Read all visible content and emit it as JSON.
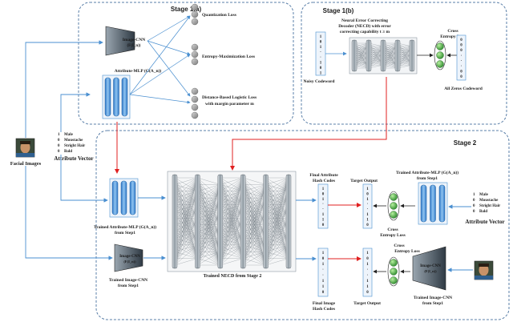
{
  "stages": {
    "stage1a": "Stage 1(a)",
    "stage1b": "Stage 1(b)",
    "stage2": "Stage 2"
  },
  "inputs": {
    "facial_images": "Facial Images",
    "attribute_vector": "Attribute Vector"
  },
  "attributes": [
    {
      "bit": "1",
      "name": "Male",
      "color": "#e02020"
    },
    {
      "bit": "0",
      "name": "Moustache",
      "color": "#1e9ad6"
    },
    {
      "bit": "0",
      "name": "Stright Hair",
      "color": "#1a1a1a"
    },
    {
      "bit": "0",
      "name": "Bald",
      "color": "#5aa02c"
    }
  ],
  "stage1a": {
    "cnn_label": "Image-CNN",
    "cnn_formula": "(F(I_n))",
    "mlp_label": "Attribute-MLP (G(A_n))",
    "loss_quantization": "Quantization Loss",
    "loss_entropy": "Entropy-Maximization Loss",
    "loss_distance_1": "Distance-Based Logistic Loss",
    "loss_distance_2": "with margin parameter m"
  },
  "stage1b": {
    "necd_1": "Neural Error Correcting",
    "necd_2": "Decoder (NECD) with error",
    "necd_3": "correcting capability t ≥ m",
    "cross_entropy_1": "Cross",
    "cross_entropy_2": "Entropy Loss",
    "noisy_codeword": "Noisy Codeword",
    "all_zeros_codeword": "All Zeros Codeword",
    "noisy_bits": [
      "1",
      "0",
      "1",
      "·",
      "·",
      "1",
      "0",
      "1"
    ],
    "zero_bits": [
      "0",
      "0",
      "0",
      "·",
      "·",
      "·",
      "0",
      "0"
    ]
  },
  "stage2": {
    "trained_mlp_left_1": "Trained Attribute-MLP (G(A_n))",
    "trained_mlp_left_2": "from Step1",
    "trained_cnn_left_1": "Trained Image-CNN",
    "trained_cnn_left_2": "from Step1",
    "cnn_label": "Image-CNN",
    "cnn_formula": "(F(I_n))",
    "trained_necd": "Trained NECD from Stage 2",
    "final_attr_1": "Final Attribute",
    "final_attr_2": "Hash Codes",
    "final_image_1": "Final Image",
    "final_image_2": "Hash Codes",
    "target_output": "Target Output",
    "cross_entropy_1": "Cross",
    "cross_entropy_2": "Entropy Loss",
    "trained_mlp_right_1": "Trained Attribute-MLP (G(A_n))",
    "trained_mlp_right_2": "from Step1",
    "trained_cnn_right_1": "Image-CNN",
    "trained_cnn_right_2": "(F(I_n))",
    "trained_cnn_right_3": "Trained Image-CNN",
    "trained_cnn_right_4": "from Step1",
    "attr_bits": [
      "1",
      "0",
      "1",
      "·",
      "·",
      "1",
      "1",
      "0"
    ],
    "target_bits": [
      "1",
      "0",
      "1",
      "·",
      "·",
      "1",
      "1",
      "0"
    ],
    "img_bits": [
      "1",
      "0",
      "1",
      "·",
      "·",
      "1",
      "1",
      "0"
    ],
    "img_target_bits": [
      "1",
      "0",
      "1",
      "·",
      "·",
      "1",
      "1",
      "0"
    ]
  },
  "colors": {
    "arrow_blue": "#4a8fd0",
    "arrow_red": "#e02020",
    "mlp_fill": "#4a90d9",
    "node_green": "#4caf50",
    "necd_fill": "#9aa4ad",
    "cnn_fill": "#3a4651"
  }
}
